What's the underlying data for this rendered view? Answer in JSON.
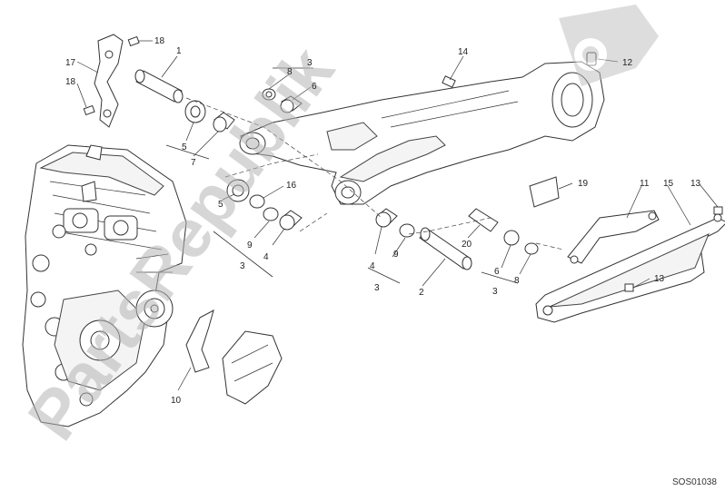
{
  "diagram": {
    "reference_code": "SOS01038",
    "watermark_text": "PartsRepublik",
    "watermark_logo": "gear-flag-icon",
    "colors": {
      "line": "#333333",
      "watermark": "#b5b5b5",
      "background": "#ffffff"
    },
    "callouts": {
      "c1": "1",
      "c2": "2",
      "c3a": "3",
      "c3b": "3",
      "c3c": "3",
      "c3d": "3",
      "c4a": "4",
      "c4b": "4",
      "c5a": "5",
      "c5b": "5",
      "c6a": "6",
      "c6b": "6",
      "c7": "7",
      "c8a": "8",
      "c8b": "8",
      "c9a": "9",
      "c9b": "9",
      "c10": "10",
      "c11": "11",
      "c12": "12",
      "c13a": "13",
      "c13b": "13",
      "c14": "14",
      "c15": "15",
      "c16": "16",
      "c17": "17",
      "c18a": "18",
      "c18b": "18",
      "c19": "19",
      "c20": "20"
    }
  }
}
